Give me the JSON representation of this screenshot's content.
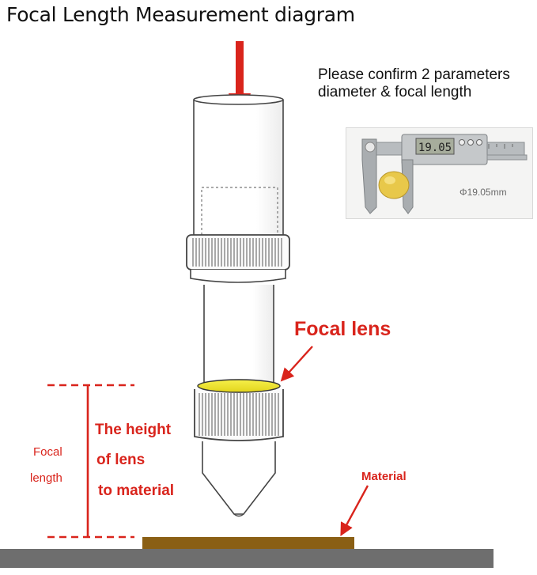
{
  "title": "Focal Length Measurement diagram",
  "note": {
    "line1": "Please confirm 2 parameters",
    "line2": "diameter & focal length"
  },
  "photo": {
    "caliper_reading": "19.05",
    "diameter_label": "Φ19.05mm"
  },
  "labels": {
    "focal_lens": "Focal lens",
    "height_lines": [
      "The height",
      "of lens",
      "to material"
    ],
    "focal_length_lines": [
      "Focal",
      "length"
    ],
    "material": "Material"
  },
  "colors": {
    "accent_red": "#d9241c",
    "lens_yellow": "#f1ea3a",
    "material_brown": "#8a5f14",
    "base_gray": "#6e6e6e"
  }
}
